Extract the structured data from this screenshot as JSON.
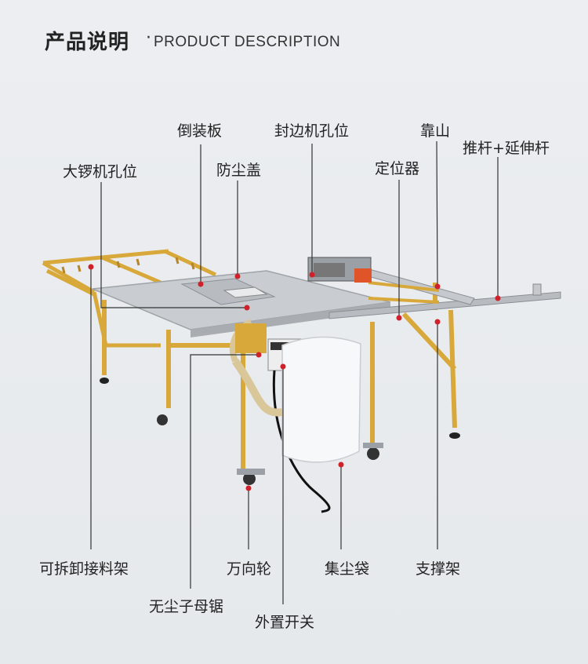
{
  "header": {
    "title_cn": "产品说明",
    "separator": "·",
    "title_en": "PRODUCT DESCRIPTION"
  },
  "labels": {
    "inverted_plate": "倒装板",
    "edge_banding_hole": "封边机孔位",
    "fence": "靠山",
    "big_saw_hole": "大锣机孔位",
    "dust_cover": "防尘盖",
    "positioner": "定位器",
    "push_rod": "推杆+延伸杆",
    "detachable_rack": "可拆卸接料架",
    "caster": "万向轮",
    "dust_bag": "集尘袋",
    "support_frame": "支撑架",
    "dustless_saw": "无尘子母锯",
    "external_switch": "外置开关"
  },
  "colors": {
    "frame": "#d8a93a",
    "callout_dot": "#d0202a",
    "leader_line": "#333333",
    "table_top": "#c9ccd0"
  }
}
